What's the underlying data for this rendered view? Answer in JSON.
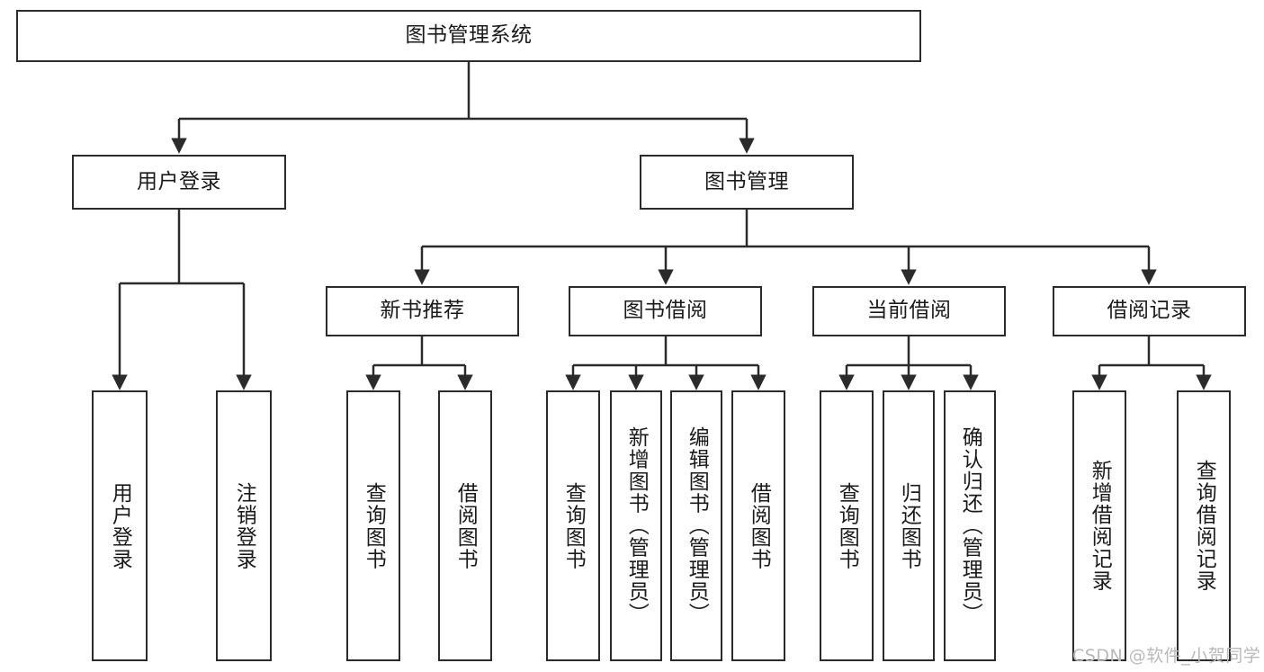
{
  "diagram": {
    "type": "tree",
    "title": "图书管理系统",
    "watermark": "CSDN @软件_小贺同学",
    "colors": {
      "box_border": "#2b2b2b",
      "box_fill": "#ffffff",
      "edge": "#2b2b2b",
      "text": "#1a1a1a",
      "watermark": "#b9b9b9"
    },
    "nodes": {
      "root": {
        "label": "图书管理系统",
        "orientation": "horizontal"
      },
      "level2": [
        {
          "id": "user-login",
          "label": "用户登录",
          "orientation": "horizontal"
        },
        {
          "id": "book-manage",
          "label": "图书管理",
          "orientation": "horizontal"
        }
      ],
      "level3": [
        {
          "id": "new-book-rec",
          "label": "新书推荐",
          "orientation": "horizontal"
        },
        {
          "id": "book-borrow",
          "label": "图书借阅",
          "orientation": "horizontal"
        },
        {
          "id": "current-borrow",
          "label": "当前借阅",
          "orientation": "horizontal"
        },
        {
          "id": "borrow-record",
          "label": "借阅记录",
          "orientation": "horizontal"
        }
      ],
      "leaves": [
        {
          "id": "leaf-user-login",
          "label": "用户登录",
          "parent": "user-login",
          "orientation": "vertical"
        },
        {
          "id": "leaf-user-logout",
          "label": "注销登录",
          "parent": "user-login",
          "orientation": "vertical"
        },
        {
          "id": "leaf-query-book-1",
          "label": "查询图书",
          "parent": "new-book-rec",
          "orientation": "vertical"
        },
        {
          "id": "leaf-borrow-book-1",
          "label": "借阅图书",
          "parent": "new-book-rec",
          "orientation": "vertical"
        },
        {
          "id": "leaf-query-book-2",
          "label": "查询图书",
          "parent": "book-borrow",
          "orientation": "vertical"
        },
        {
          "id": "leaf-add-book",
          "label": "新增图书（管理员）",
          "parent": "book-borrow",
          "orientation": "vertical"
        },
        {
          "id": "leaf-edit-book",
          "label": "编辑图书（管理员）",
          "parent": "book-borrow",
          "orientation": "vertical"
        },
        {
          "id": "leaf-borrow-book-2",
          "label": "借阅图书",
          "parent": "book-borrow",
          "orientation": "vertical"
        },
        {
          "id": "leaf-query-book-3",
          "label": "查询图书",
          "parent": "current-borrow",
          "orientation": "vertical"
        },
        {
          "id": "leaf-return-book",
          "label": "归还图书",
          "parent": "current-borrow",
          "orientation": "vertical"
        },
        {
          "id": "leaf-confirm-return",
          "label": "确认归还（管理员）",
          "parent": "current-borrow",
          "orientation": "vertical"
        },
        {
          "id": "leaf-add-record",
          "label": "新增借阅记录",
          "parent": "borrow-record",
          "orientation": "vertical"
        },
        {
          "id": "leaf-query-record",
          "label": "查询借阅记录",
          "parent": "borrow-record",
          "orientation": "vertical"
        }
      ]
    }
  }
}
